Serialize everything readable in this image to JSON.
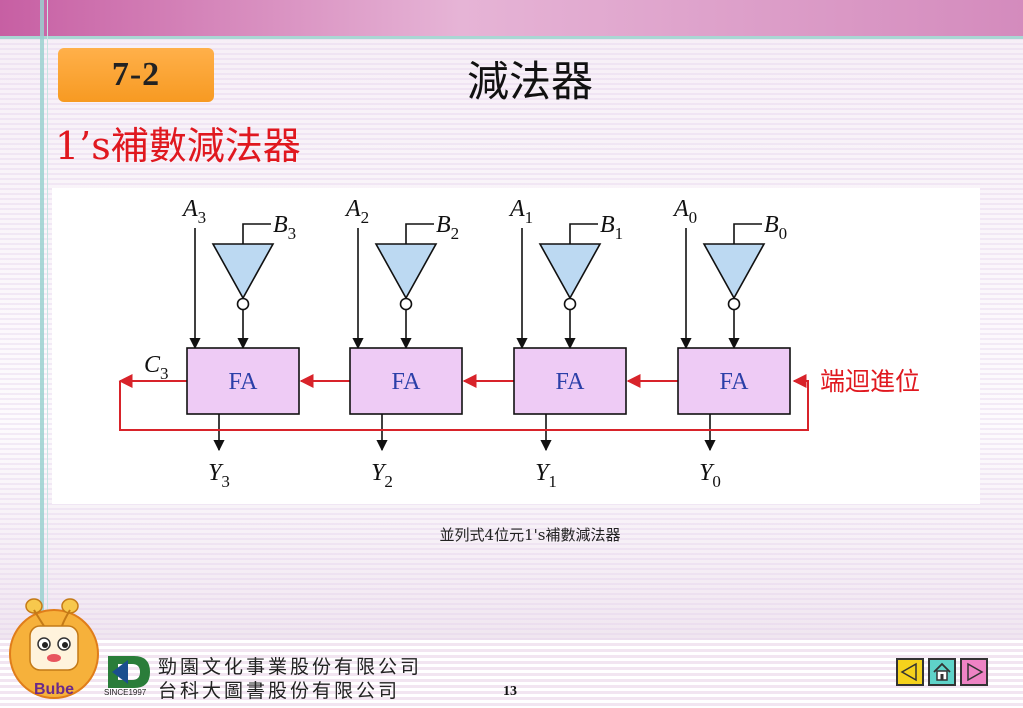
{
  "slide": {
    "section_badge": "7-2",
    "title": "減法器",
    "subtitle": "1’s補數減法器",
    "caption": "並列式4位元1's補數減法器",
    "page_number": "13"
  },
  "diagram": {
    "inputs_a": [
      {
        "base": "A",
        "sub": "3"
      },
      {
        "base": "A",
        "sub": "2"
      },
      {
        "base": "A",
        "sub": "1"
      },
      {
        "base": "A",
        "sub": "0"
      }
    ],
    "inputs_b": [
      {
        "base": "B",
        "sub": "3"
      },
      {
        "base": "B",
        "sub": "2"
      },
      {
        "base": "B",
        "sub": "1"
      },
      {
        "base": "B",
        "sub": "0"
      }
    ],
    "adders": [
      "FA",
      "FA",
      "FA",
      "FA"
    ],
    "outputs": [
      {
        "base": "Y",
        "sub": "3"
      },
      {
        "base": "Y",
        "sub": "2"
      },
      {
        "base": "Y",
        "sub": "1"
      },
      {
        "base": "Y",
        "sub": "0"
      }
    ],
    "carry_out": {
      "base": "C",
      "sub": "3"
    },
    "end_around_carry_label": "端迴進位",
    "colors": {
      "adder_fill": "#eecbf5",
      "inverter_fill": "#bcd9f2",
      "carry_wire": "#d8232a",
      "label_red": "#e0181f"
    }
  },
  "footer": {
    "publisher_line1": "勁園文化事業股份有限公司",
    "publisher_line2": "台科大圖書股份有限公司",
    "since": "SINCE1997",
    "mascot_text": "Bube",
    "nav": {
      "prev_icon": "triangle-left-icon",
      "home_icon": "home-icon",
      "next_icon": "triangle-right-icon"
    }
  }
}
